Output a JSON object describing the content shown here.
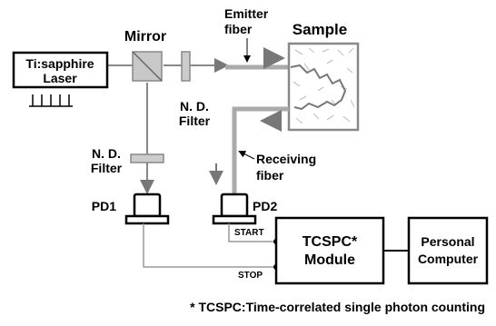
{
  "labels": {
    "mirror": "Mirror",
    "emitter_line1": "Emitter",
    "emitter_line2": "fiber",
    "sample": "Sample",
    "laser_line1": "Ti:sapphire",
    "laser_line2": "Laser",
    "nd_filter_top_line1": "N. D.",
    "nd_filter_top_line2": "Filter",
    "nd_filter_left_line1": "N. D.",
    "nd_filter_left_line2": "Filter",
    "receiving_line1": "Receiving",
    "receiving_line2": "fiber",
    "pd1": "PD1",
    "pd2": "PD2",
    "start": "START",
    "stop": "STOP",
    "tcspc_line1": "TCSPC*",
    "tcspc_line2": "Module",
    "pc_line1": "Personal",
    "pc_line2": "Computer",
    "footnote": "* TCSPC:Time-correlated single photon counting"
  },
  "colors": {
    "beam": "#888888",
    "fiber": "#aaaaaa",
    "mirror_fill": "#c8c8c8",
    "filter_fill": "#cccccc",
    "sample_border": "#888888",
    "scatter_path": "#777777",
    "line": "#000000"
  }
}
